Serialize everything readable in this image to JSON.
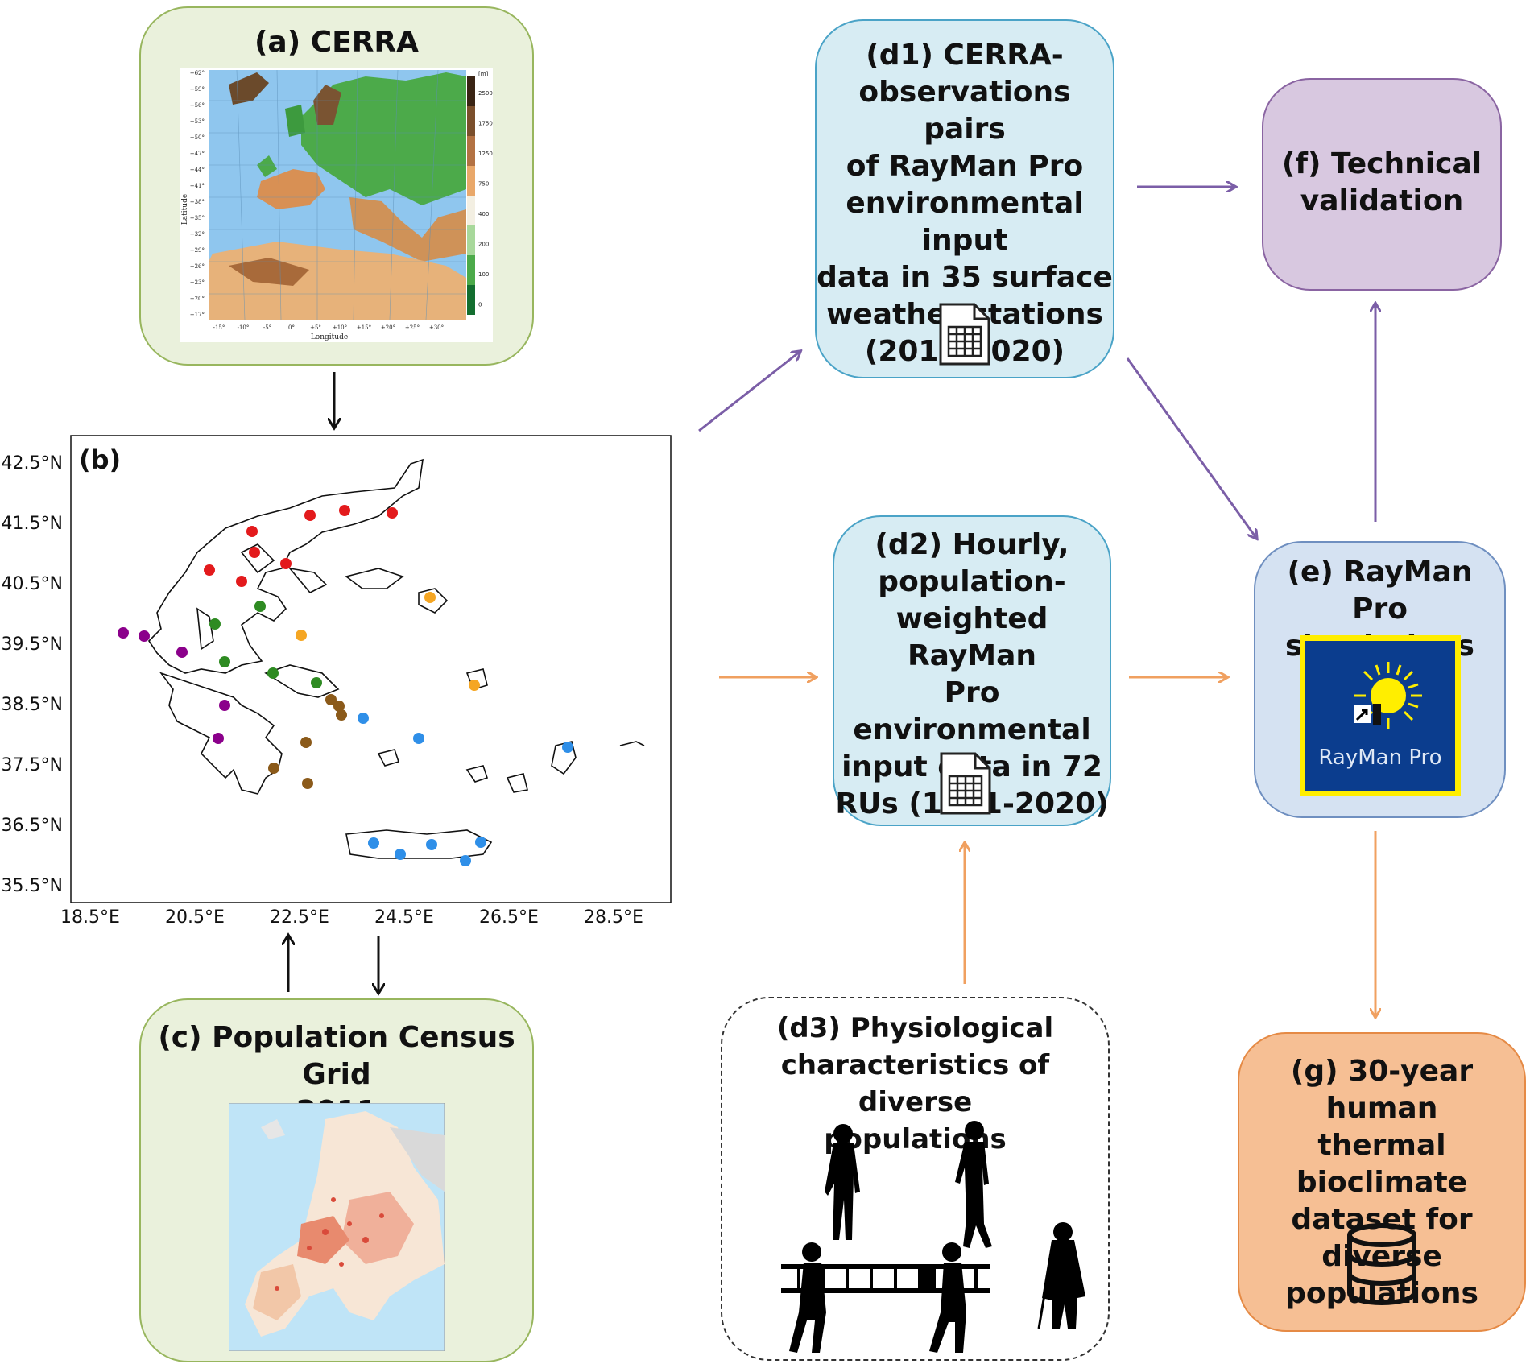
{
  "boxes": {
    "a": {
      "title": "(a) CERRA"
    },
    "b": {
      "label": "(b)"
    },
    "c": {
      "lines": [
        "(c) Population Census Grid",
        "2011"
      ]
    },
    "d1": {
      "lines": [
        "(d1) CERRA-",
        "observations pairs",
        "of RayMan Pro",
        "environmental input",
        "data in 35 surface",
        "weather stations",
        "(2010-2020)"
      ]
    },
    "d2": {
      "lines": [
        "(d2) Hourly,",
        "population-",
        "weighted RayMan",
        "Pro environmental",
        "input data in 72",
        "RUs (1991-2020)"
      ]
    },
    "d3": {
      "lines": [
        "(d3) Physiological",
        "characteristics of diverse",
        "populations"
      ]
    },
    "e": {
      "lines": [
        "(e) RayMan Pro",
        "simulations"
      ],
      "logo_text": "RayMan Pro"
    },
    "f": {
      "lines": [
        "(f) Technical",
        "validation"
      ]
    },
    "g": {
      "lines": [
        "(g) 30-year human",
        "thermal bioclimate",
        "dataset for diverse",
        "populations"
      ]
    }
  },
  "cerra_map": {
    "lat_labels": [
      "+62°",
      "+59°",
      "+56°",
      "+53°",
      "+50°",
      "+47°",
      "+44°",
      "+41°",
      "+38°",
      "+35°",
      "+32°",
      "+29°",
      "+26°",
      "+23°",
      "+20°",
      "+17°"
    ],
    "lon_labels": [
      "-15°",
      "-10°",
      "-5°",
      "0°",
      "+5°",
      "+10°",
      "+15°",
      "+20°",
      "+25°",
      "+30°"
    ],
    "xlabel": "Longitude",
    "ylabel": "Latitude",
    "colorbar_unit": "[m]",
    "colorbar_ticks": [
      "2500",
      "1750",
      "1250",
      "750",
      "400",
      "200",
      "100",
      "0"
    ]
  },
  "greece_map": {
    "lat_labels": [
      "42.5°N",
      "41.5°N",
      "40.5°N",
      "39.5°N",
      "38.5°N",
      "37.5°N",
      "36.5°N",
      "35.5°N"
    ],
    "lon_labels": [
      "18.5°E",
      "20.5°E",
      "22.5°E",
      "24.5°E",
      "26.5°E",
      "28.5°E"
    ],
    "station_colors": [
      "#e31a1c",
      "#2e8b22",
      "#8b008b",
      "#f5a623",
      "#8b5a1a",
      "#2f8fe8"
    ]
  },
  "colors": {
    "arrow_purple": "#7b5ea7",
    "arrow_orange": "#f0a060",
    "arrow_black": "#111111"
  },
  "icons": [
    "spreadsheet-icon",
    "database-icon",
    "rayman-sun-icon"
  ]
}
